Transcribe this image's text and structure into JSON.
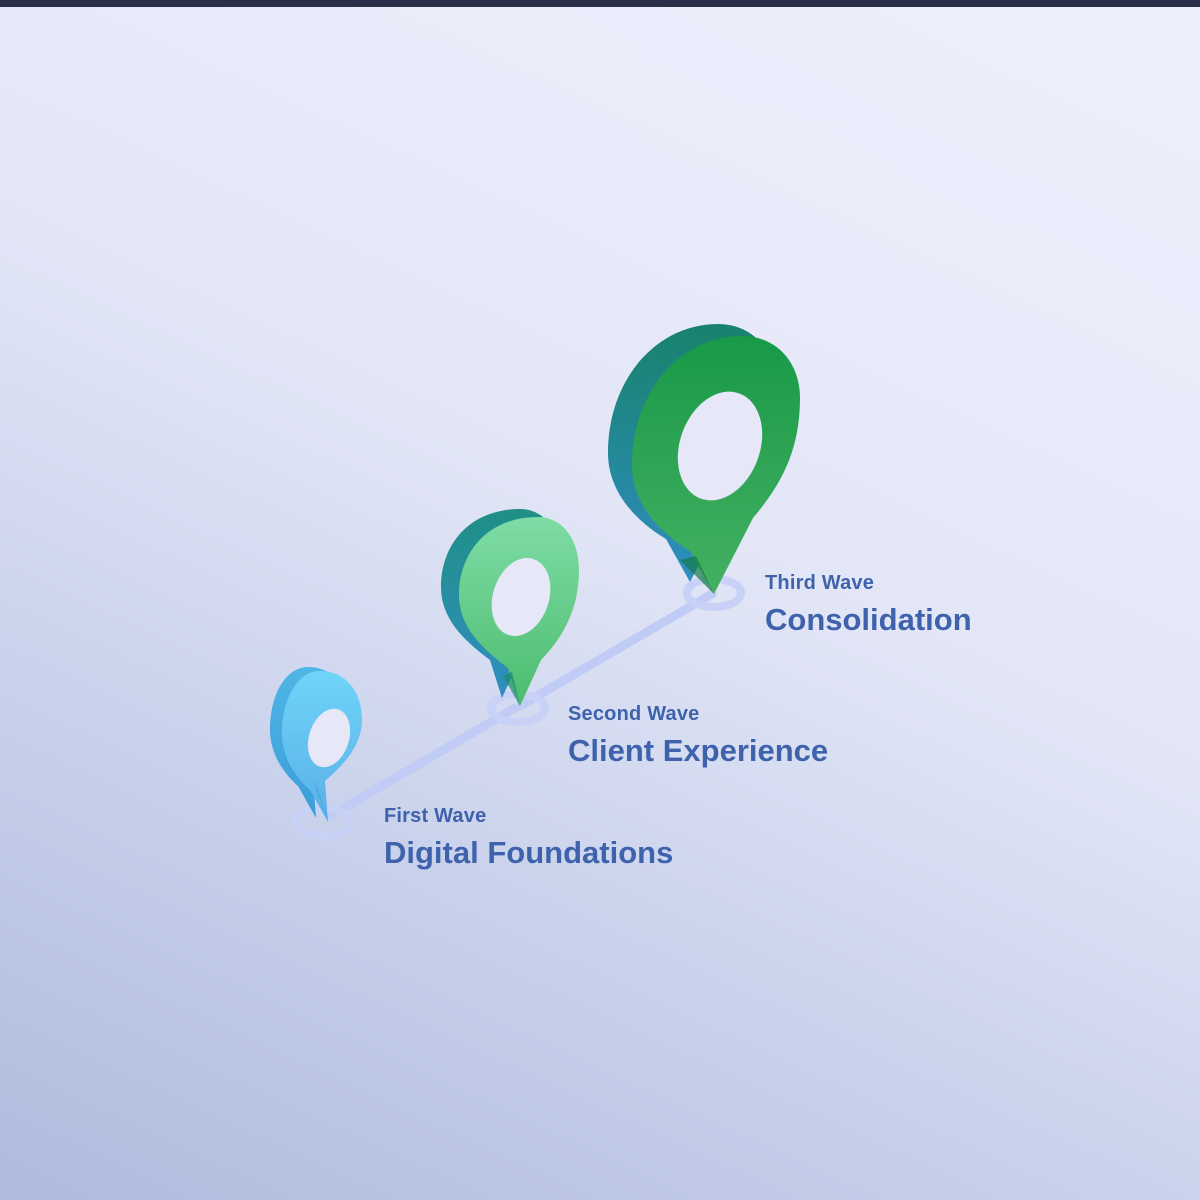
{
  "waves": [
    {
      "kicker": "First Wave",
      "title": "Digital Foundations",
      "pin_icon": "location-pin-icon",
      "color": "#5fc3f0"
    },
    {
      "kicker": "Second Wave",
      "title": "Client Experience",
      "pin_icon": "location-pin-icon",
      "color": "#66cf92"
    },
    {
      "kicker": "Third Wave",
      "title": "Consolidation",
      "pin_icon": "location-pin-icon",
      "color": "#2ea84f"
    }
  ],
  "colors": {
    "label_text": "#3f62ad",
    "path_line": "#c0ccf6",
    "top_bar": "#2c2f4a"
  }
}
